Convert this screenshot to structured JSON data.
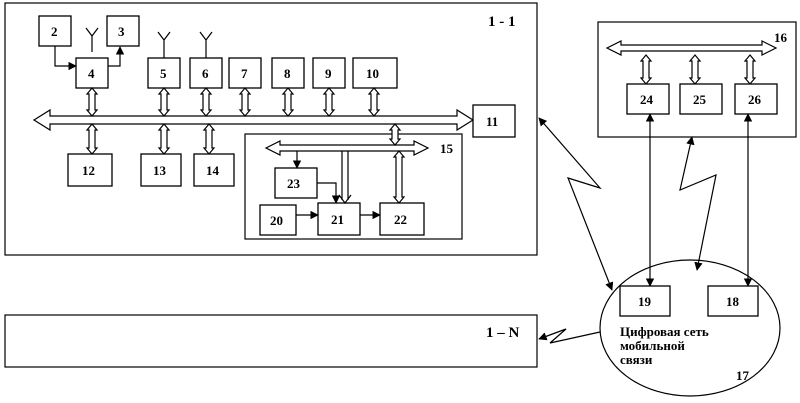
{
  "station_1": {
    "title": "1 - 1",
    "blocks": [
      "2",
      "3",
      "4",
      "5",
      "6",
      "7",
      "8",
      "9",
      "10",
      "11",
      "12",
      "13",
      "14"
    ],
    "subsystem": {
      "label": "15",
      "blocks": [
        "20",
        "21",
        "22",
        "23"
      ]
    }
  },
  "station_n": {
    "title": "1 – N"
  },
  "server": {
    "label": "16",
    "blocks": [
      "24",
      "25",
      "26"
    ]
  },
  "network": {
    "label": "17",
    "text_lines": [
      "Цифровая сеть",
      "мобильной",
      "связи"
    ],
    "blocks": [
      "19",
      "18"
    ]
  }
}
